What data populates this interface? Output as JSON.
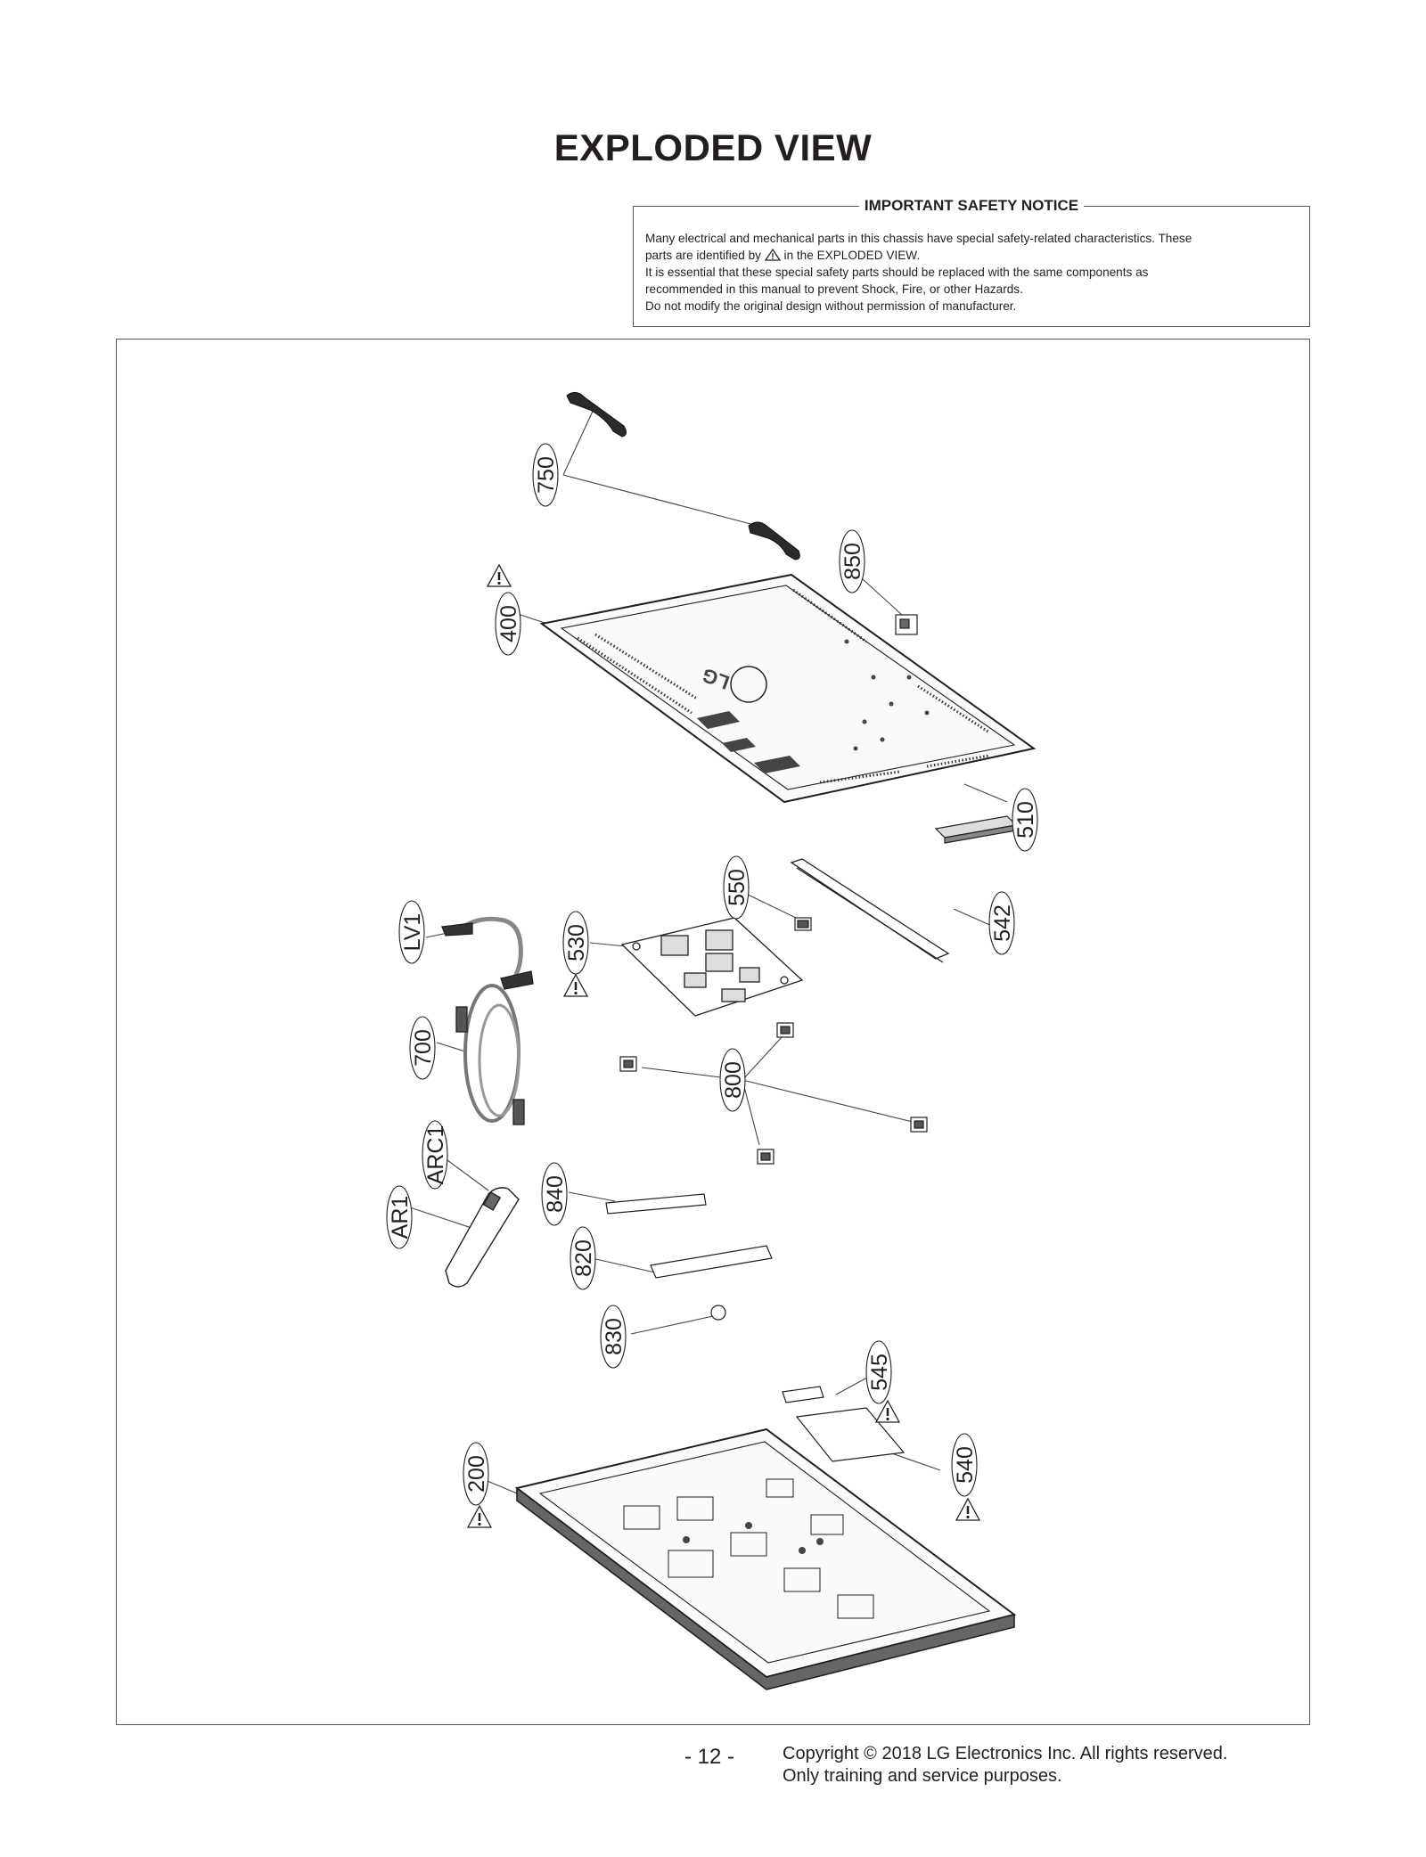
{
  "page": {
    "title": "EXPLODED VIEW",
    "page_number": "- 12 -",
    "copyright_line1": "Copyright © 2018 LG Electronics Inc. All rights reserved.",
    "copyright_line2": "Only training and service purposes."
  },
  "notice": {
    "title": "IMPORTANT SAFETY NOTICE",
    "line1": "Many electrical and mechanical parts in this chassis have special safety-related characteristics. These",
    "line2_a": "parts are identified by",
    "line2_b": "in the EXPLODED VIEW.",
    "line3": "It is essential that these special safety parts should be replaced with the same components as",
    "line4": "recommended in this manual to prevent Shock, Fire, or other Hazards.",
    "line5": "Do not modify the original design without permission of manufacturer."
  },
  "parts": {
    "p750": "750",
    "p850": "850",
    "p400": "400",
    "p510": "510",
    "p550": "550",
    "p542": "542",
    "pLV1": "LV1",
    "p530": "530",
    "p700": "700",
    "p800": "800",
    "pARC1": "ARC1",
    "pAR1": "AR1",
    "p840": "840",
    "p820": "820",
    "p830": "830",
    "p545": "545",
    "p540": "540",
    "p200": "200"
  },
  "back_cover_logo": "LG",
  "safety_marked_parts": [
    "400",
    "530",
    "545",
    "540",
    "200"
  ]
}
